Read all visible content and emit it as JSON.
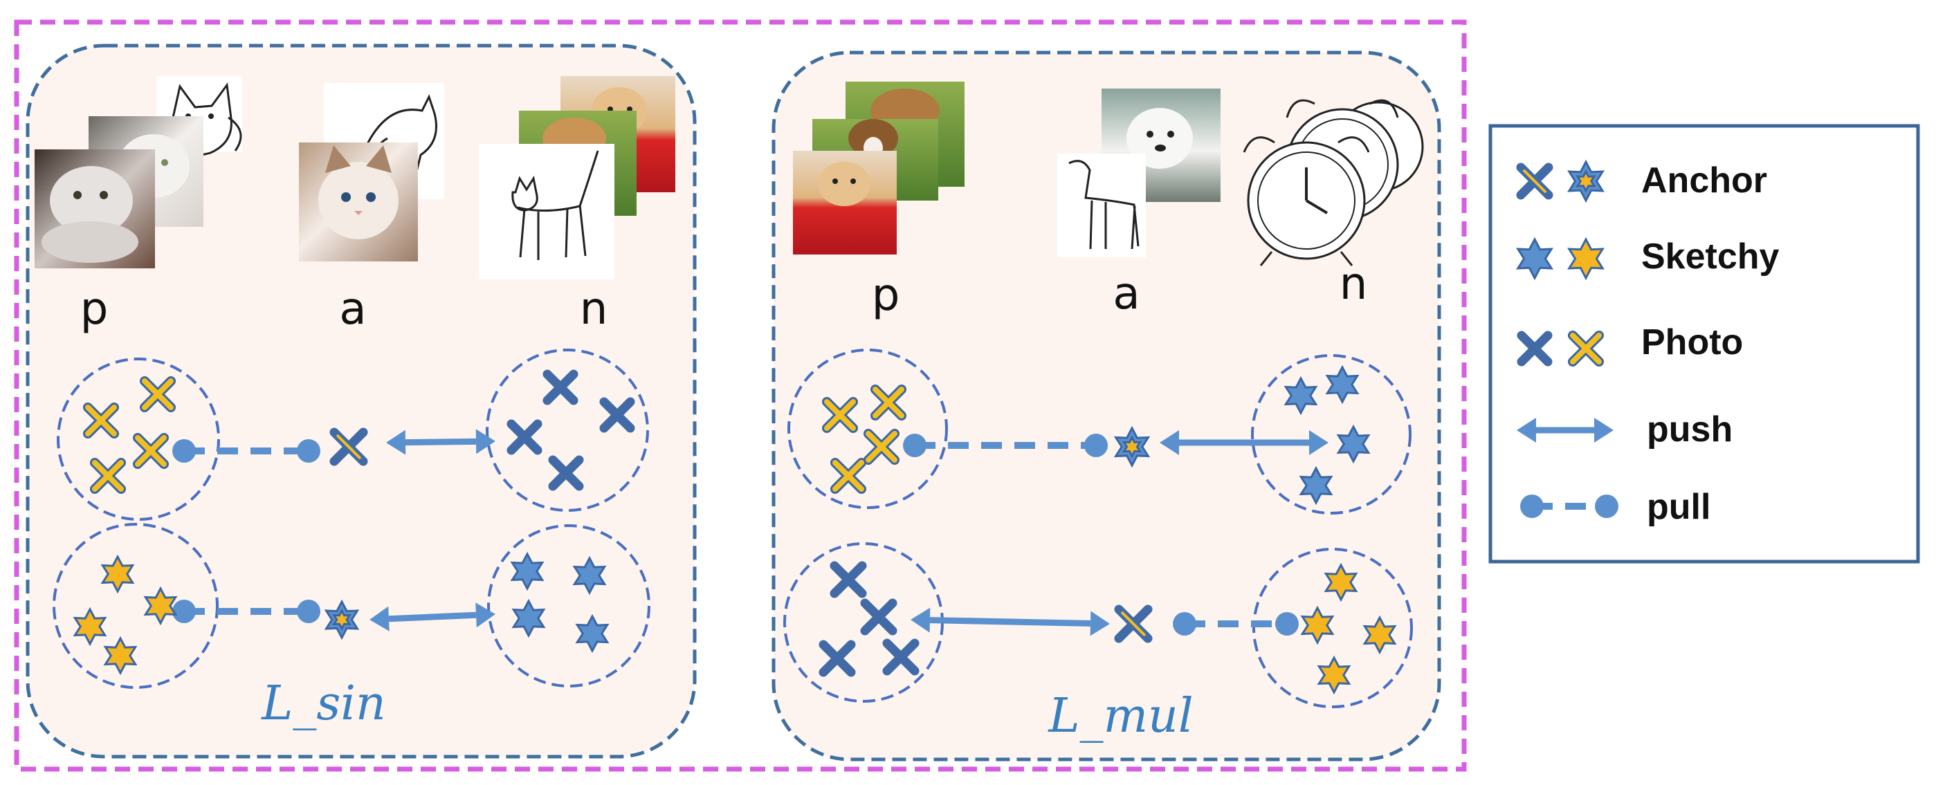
{
  "colors": {
    "outer_border": "#d65ee0",
    "panel_border": "#3f6e9f",
    "panel_fill": "#fdf4ef",
    "cluster_border": "#4a6fc2",
    "cross_dark": "#416aa6",
    "cross_yellow": "#f1be22",
    "cross_outline": "#3a66a4",
    "star_blue": "#5b90cf",
    "star_yellow": "#f5b51f",
    "star_outline": "#3a66a4",
    "connector": "#5b90cf",
    "loss_text": "#3a7fc0",
    "legend_border": "#3d6597"
  },
  "panels": [
    {
      "id": "single",
      "labels": {
        "p": "p",
        "a": "a",
        "n": "n"
      },
      "loss_label": "L_sin",
      "anchor_top": "anchor-cross",
      "anchor_bottom": "anchor-star",
      "images": {
        "p": [
          "photo-cat",
          "photo-white-cat",
          "sketch-cat-face"
        ],
        "a": [
          "photo-ragdoll-cat",
          "sketch-cat"
        ],
        "n": [
          "sketch-standing-cat",
          "photo-dog",
          "photo-puppy-red"
        ]
      }
    },
    {
      "id": "multi",
      "labels": {
        "p": "p",
        "a": "a",
        "n": "n"
      },
      "loss_label": "L_mul",
      "anchor_top": "anchor-star",
      "anchor_bottom": "anchor-cross",
      "images": {
        "p": [
          "photo-puppy-red",
          "photo-beagle",
          "photo-dog-grass"
        ],
        "a": [
          "sketch-dog",
          "photo-samoyed"
        ],
        "n": [
          "sketch-alarm-clock",
          "sketch-alarm-clock-2",
          "sketch-alarm-clock-3"
        ]
      }
    }
  ],
  "legend": {
    "items": [
      {
        "label": "Anchor",
        "icon": "anchor-icons"
      },
      {
        "label": "Sketchy",
        "icon": "sketchy-star-icons"
      },
      {
        "label": "Photo",
        "icon": "photo-cross-icons"
      },
      {
        "label": "push",
        "icon": "double-arrow-icon"
      },
      {
        "label": "pull",
        "icon": "dumbbell-icon"
      }
    ]
  }
}
